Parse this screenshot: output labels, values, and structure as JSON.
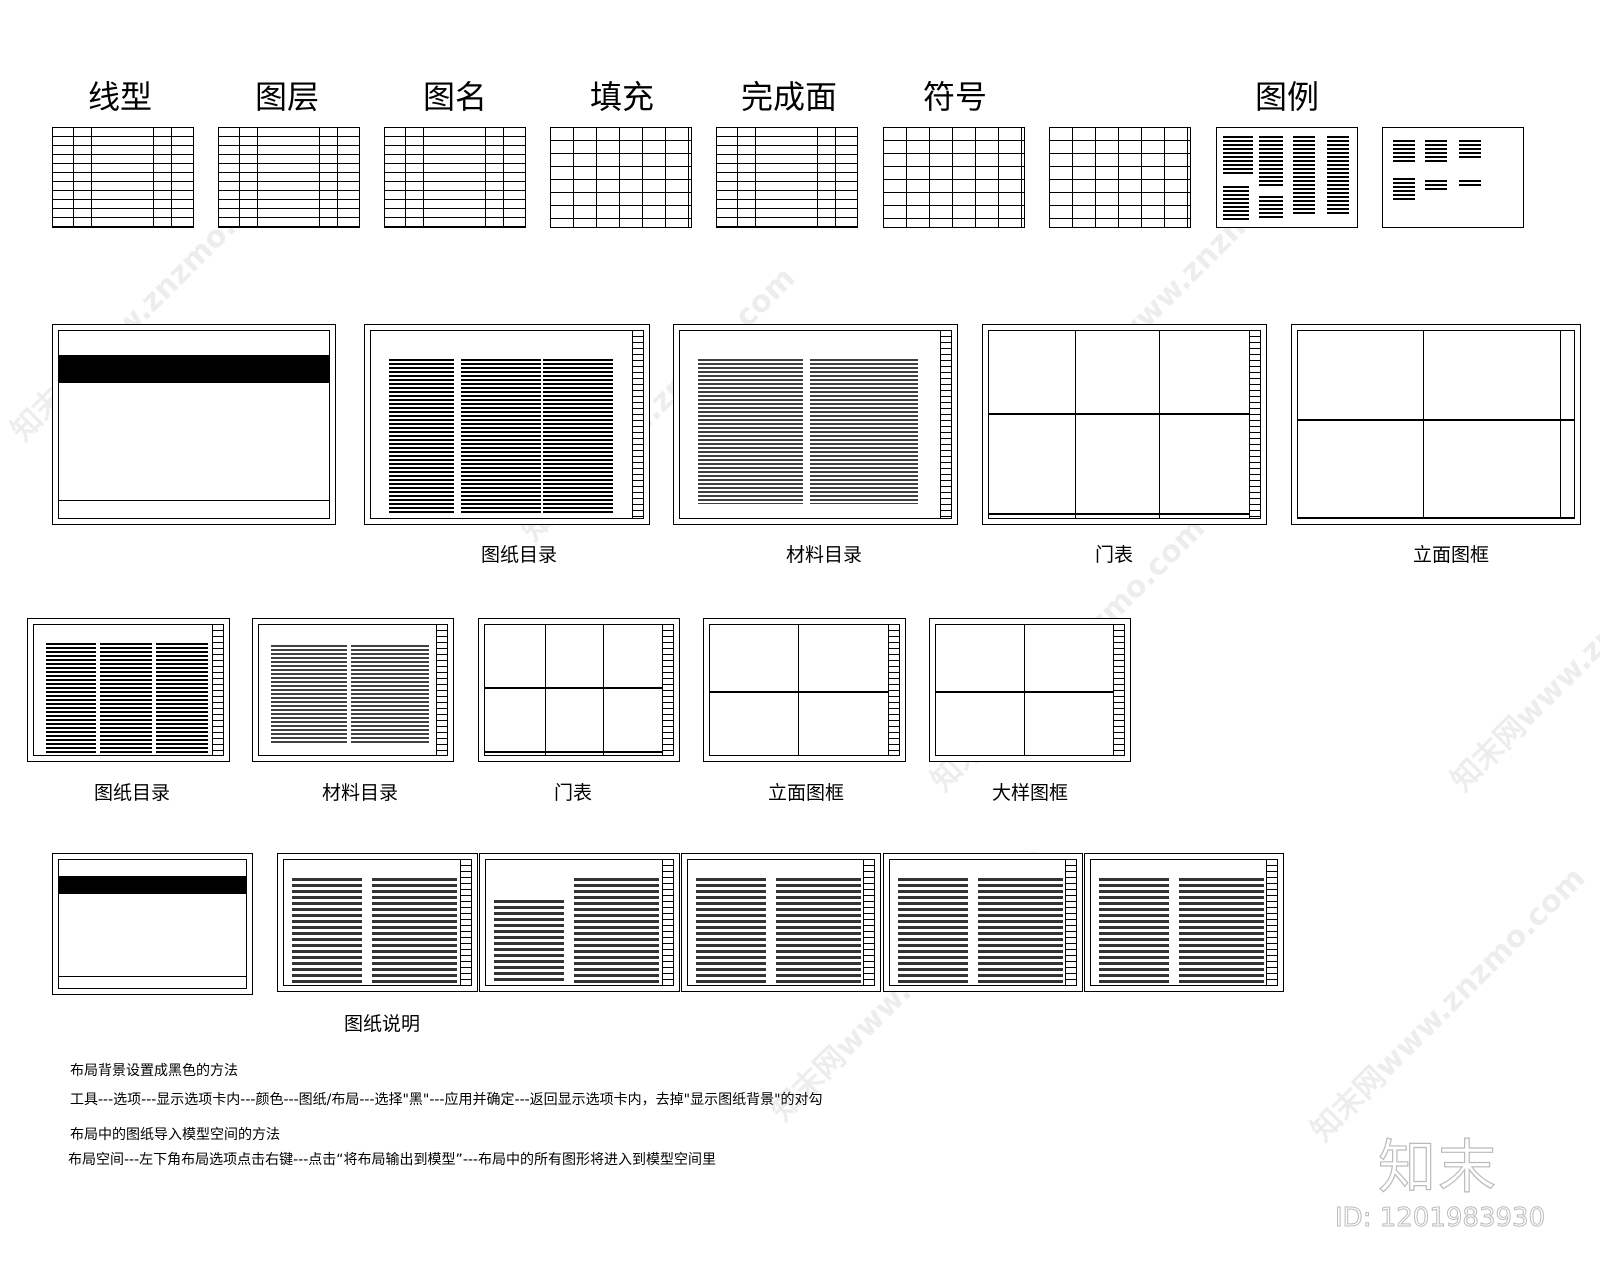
{
  "category_titles": [
    "线型",
    "图层",
    "图名",
    "填充",
    "完成面",
    "符号",
    "图例"
  ],
  "row2_labels": [
    "图纸目录",
    "材料目录",
    "门表",
    "立面图框"
  ],
  "row3_labels": [
    "图纸目录",
    "材料目录",
    "门表",
    "立面图框",
    "大样图框"
  ],
  "row4_label": "图纸说明",
  "notes": {
    "heading1": "布局背景设置成黑色的方法",
    "step1": "工具---选项---显示选项卡内---颜色---图纸/布局---选择\"黑\"---应用并确定---返回显示选项卡内，去掉\"显示图纸背景\"的对勾",
    "heading2": "布局中的图纸导入模型空间的方法",
    "step2": "布局空间---左下角布局选项点击右键---点击“将布局输出到模型”---布局中的所有图形将进入到模型空间里"
  },
  "watermark": {
    "text": "知末网www.znzmo.com",
    "logo": "知末",
    "id": "ID: 1201983930"
  }
}
